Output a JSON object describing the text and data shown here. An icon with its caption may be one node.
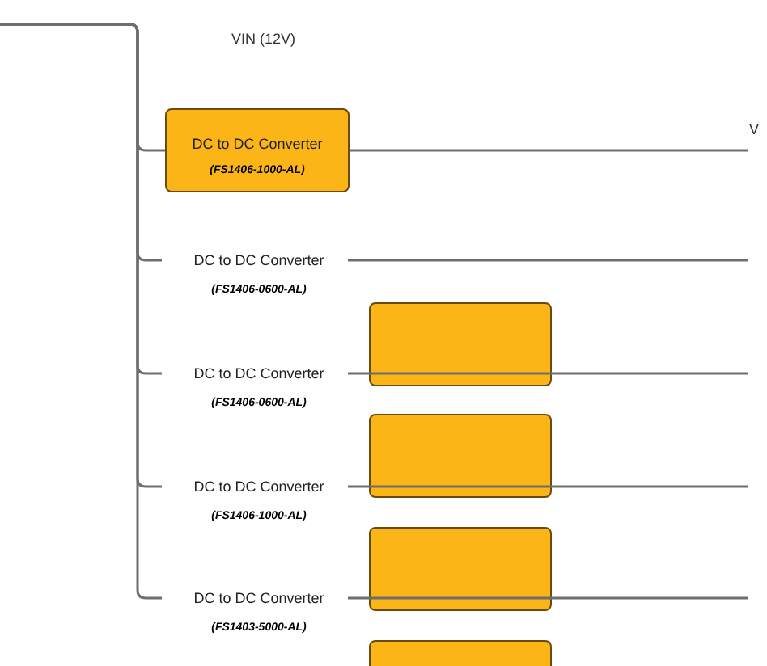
{
  "diagram": {
    "nodes": [
      {
        "text": [
          "DC to DC Converter",
          "(FS1406-1000-AL)"
        ]
      },
      {
        "text": [
          "DC to DC Converter",
          "(FS1406-0600-AL)"
        ]
      },
      {
        "text": [
          "DC to DC Converter",
          "(FS1406-0600-AL)"
        ]
      },
      {
        "text": [
          "DC to DC Converter",
          "(FS1406-1000-AL)"
        ]
      },
      {
        "text": [
          "DC to DC Converter",
          "(FS1403-5000-AL)"
        ]
      },
      {
        "text": [],
        "shape": "box"
      },
      {
        "text": [],
        "shape": "box"
      },
      {
        "text": [],
        "shape": "box"
      },
      {
        "text": [],
        "shape": "box"
      }
    ],
    "edges": [
      {
        "from": null,
        "to": 0,
        "arrow": "none"
      },
      {
        "from": null,
        "to": 1,
        "arrow": "none"
      },
      {
        "from": null,
        "to": 2,
        "arrow": "none"
      },
      {
        "from": null,
        "to": 3,
        "arrow": "none"
      },
      {
        "from": null,
        "to": 4,
        "arrow": "none"
      },
      {
        "from": 0,
        "to": null,
        "arrow": "none"
      },
      {
        "from": 1,
        "to": null,
        "arrow": "none"
      },
      {
        "from": 2,
        "to": null,
        "arrow": "none"
      },
      {
        "from": 3,
        "to": null,
        "arrow": "none"
      },
      {
        "from": 4,
        "to": null,
        "arrow": "none"
      }
    ],
    "labels": [
      "VIN (12V)",
      "V"
    ]
  }
}
